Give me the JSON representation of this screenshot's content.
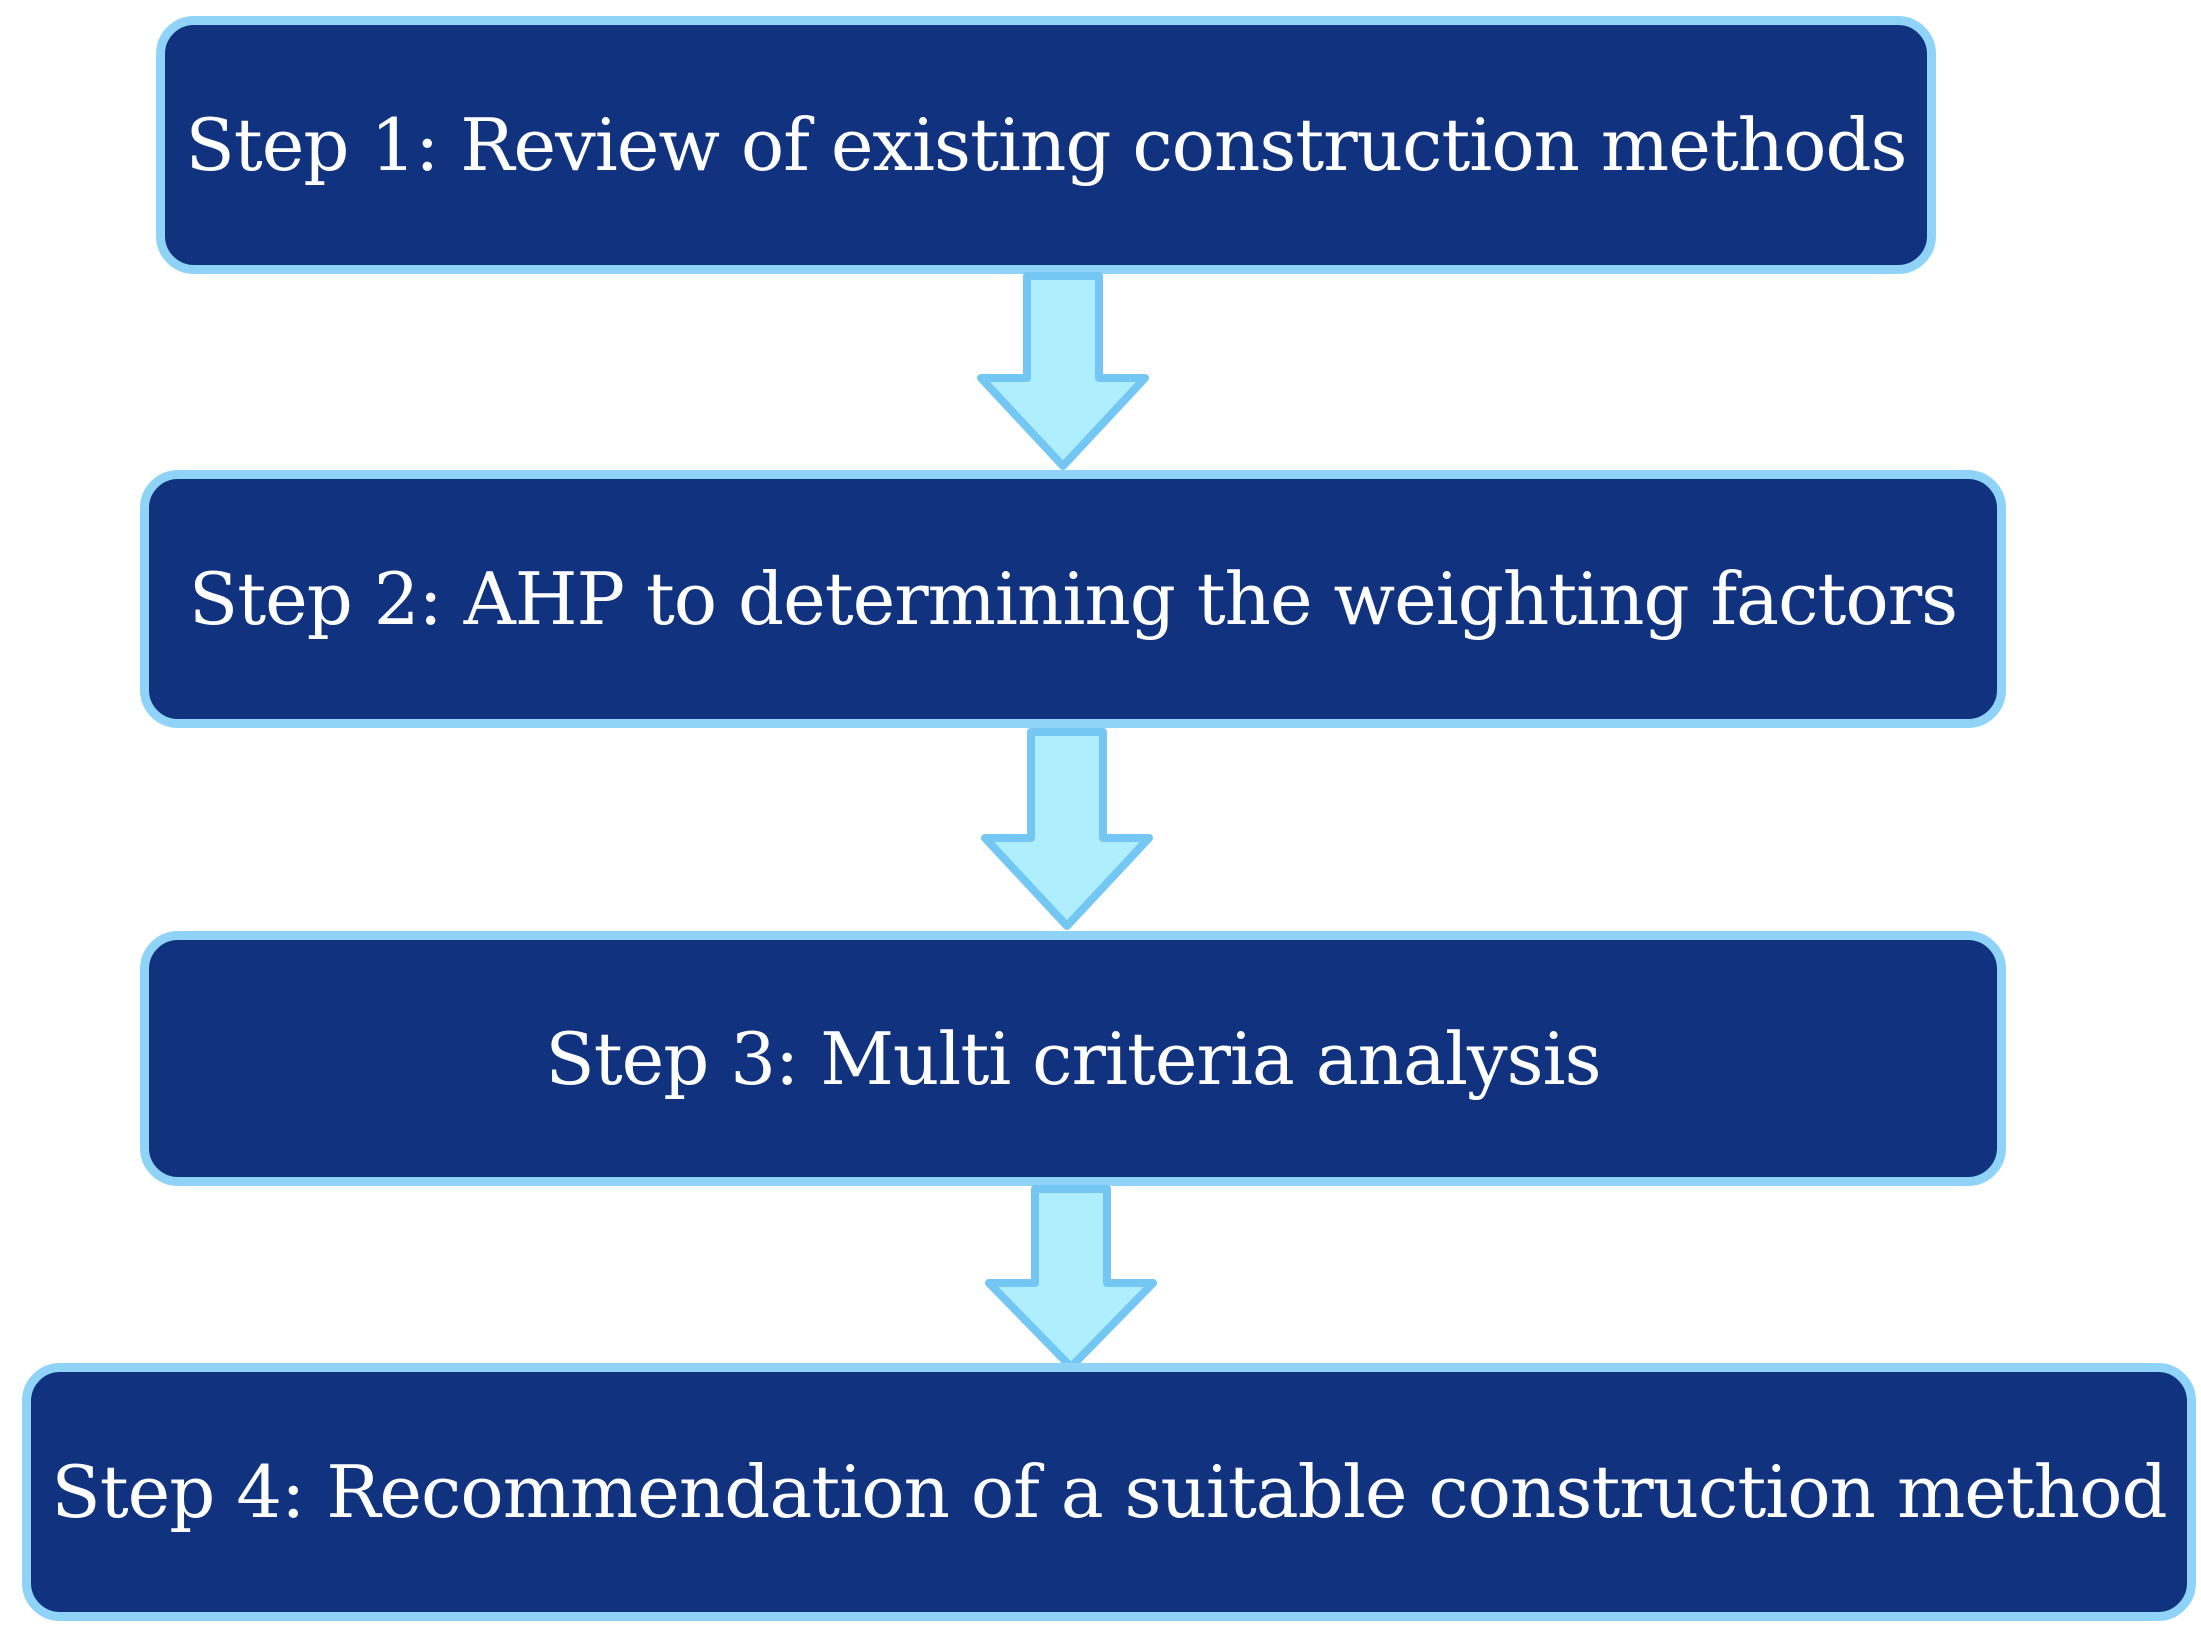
{
  "steps": [
    {
      "label": "Step 1: Review of existing construction methods"
    },
    {
      "label": "Step 2: AHP to determining the weighting factors"
    },
    {
      "label": "Step 3: Multi criteria analysis"
    },
    {
      "label": "Step 4: Recommendation of a suitable construction method"
    }
  ],
  "colors": {
    "box_fill": "#11337f",
    "box_border": "#8fd3f8",
    "text": "#ffffff",
    "arrow_fill": "#aeeefd",
    "arrow_stroke": "#74c7f3"
  },
  "arrows": [
    {
      "icon": "down-arrow-icon"
    },
    {
      "icon": "down-arrow-icon"
    },
    {
      "icon": "down-arrow-icon"
    }
  ]
}
